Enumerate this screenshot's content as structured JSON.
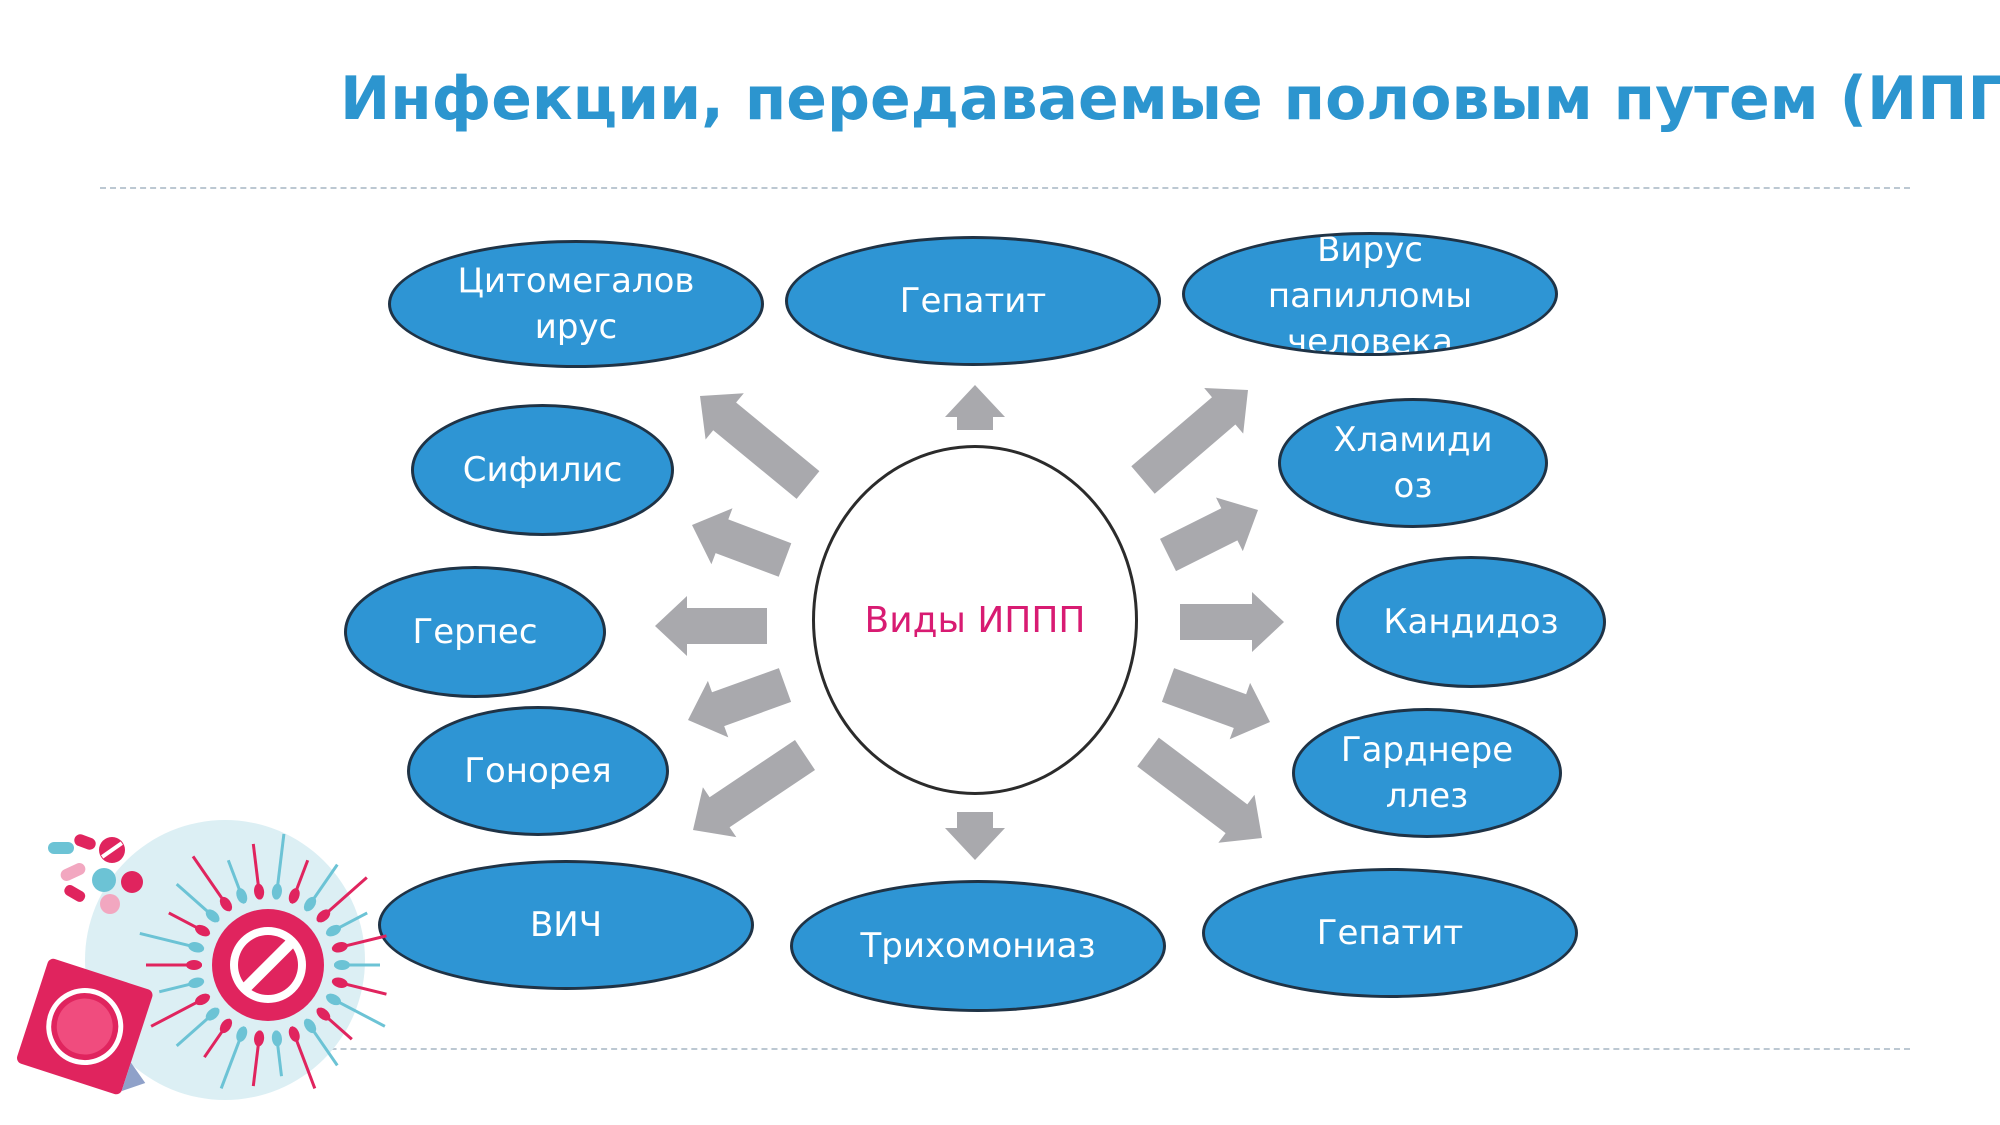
{
  "title": "Инфекции, передаваемые половым путем (ИППП)",
  "center_label": "Виды ИППП",
  "nodes": {
    "cytomegalovirus": "Цитомегалов\nирус",
    "hepatitis_top": "Гепатит",
    "hpv": "Вирус\nпапилломы\nчеловека",
    "syphilis": "Сифилис",
    "chlamydia": "Хламиди\nоз",
    "herpes": "Герпес",
    "candidiasis": "Кандидоз",
    "gonorrhea": "Гонорея",
    "gardnerella": "Гарднере\nллез",
    "hiv": "ВИЧ",
    "trichomoniasis": "Трихомониаз",
    "hepatitis_bottom": "Гепатит"
  },
  "colors": {
    "title": "#2c95cf",
    "node_fill": "#2e95d4",
    "node_border": "#1f3346",
    "center_text": "#d81b72",
    "arrow": "#a9a9ad"
  },
  "icons": [
    "std-illustration-icon"
  ]
}
